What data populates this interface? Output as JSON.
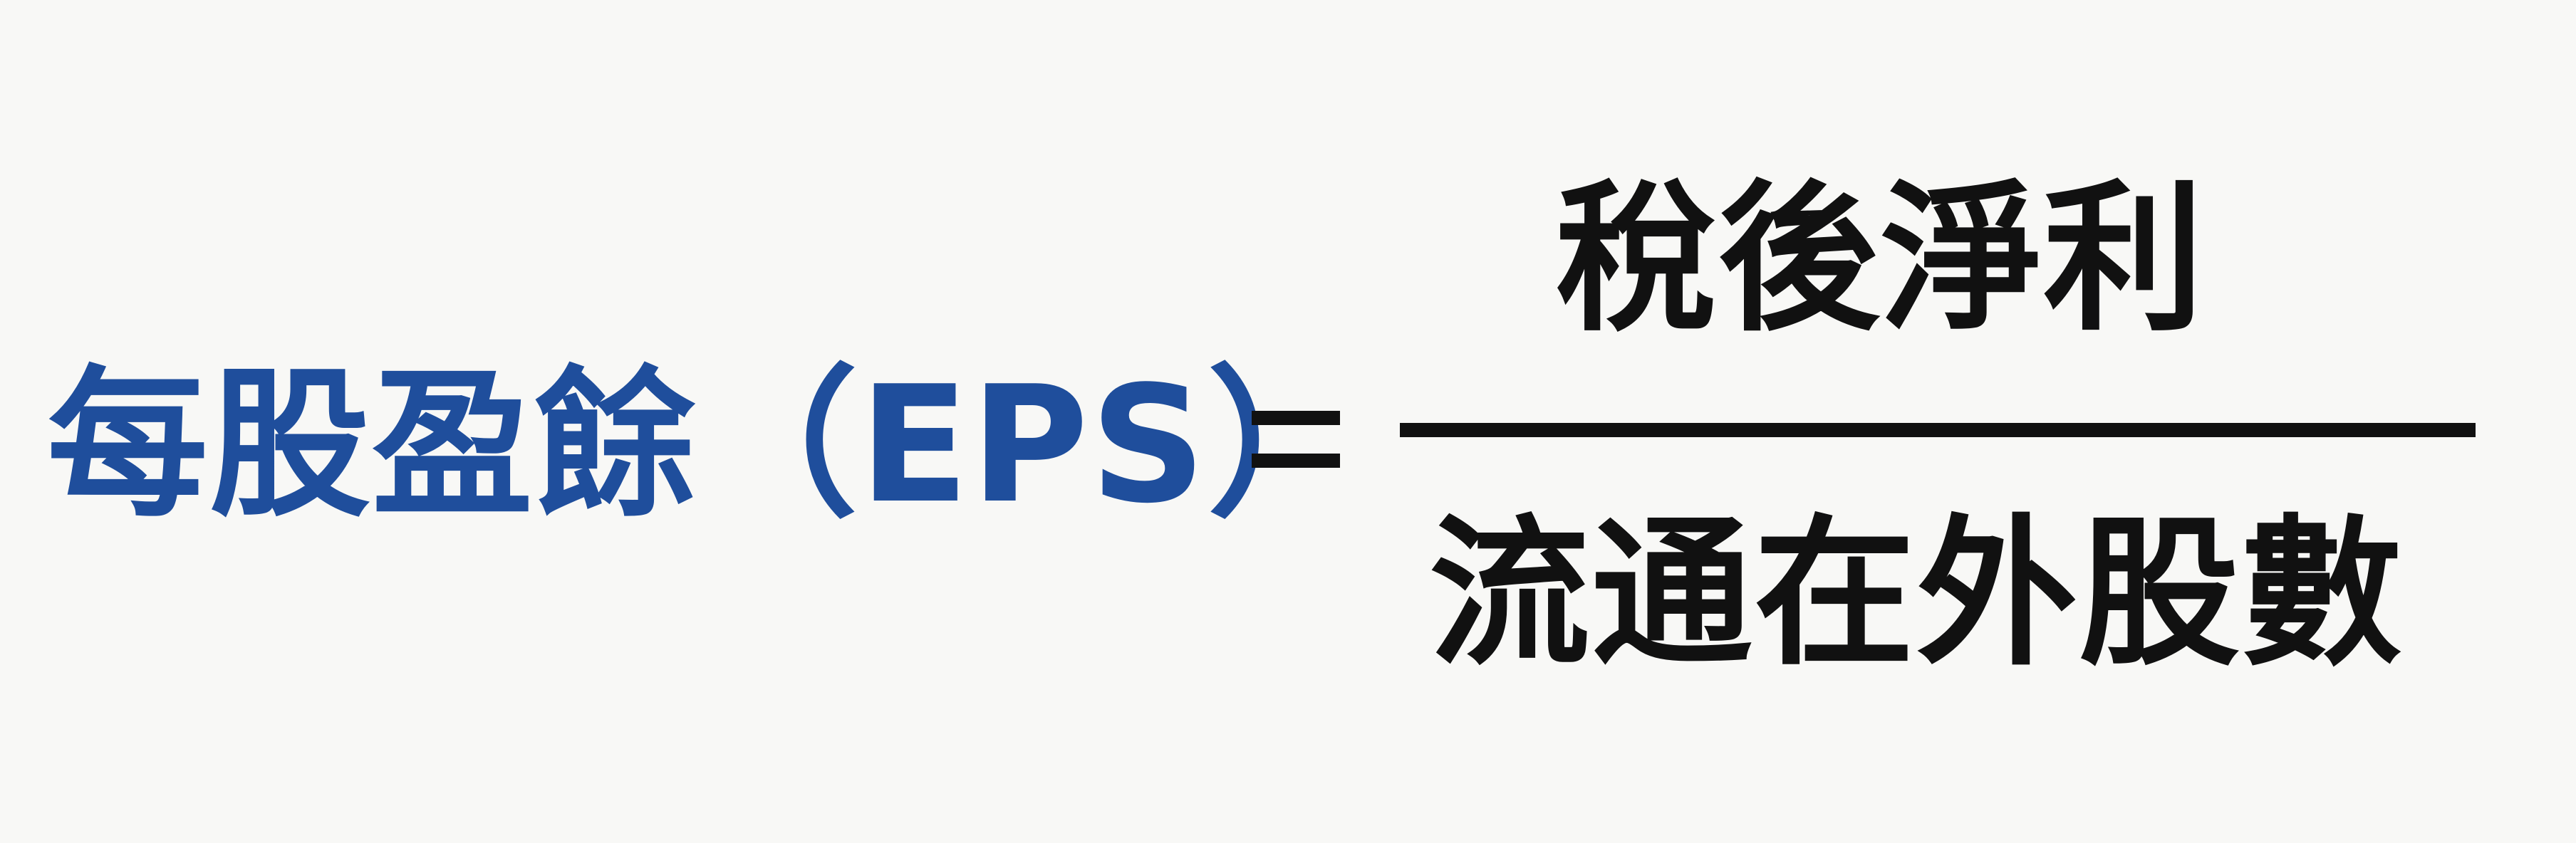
{
  "formula": {
    "lhs": "每股盈餘（EPS）",
    "equals": "=",
    "numerator": "稅後淨利",
    "denominator": "流通在外股數"
  },
  "colors": {
    "lhs_text": "#1f4e9c",
    "fraction_text": "#111111",
    "background": "#f8f8f6"
  }
}
